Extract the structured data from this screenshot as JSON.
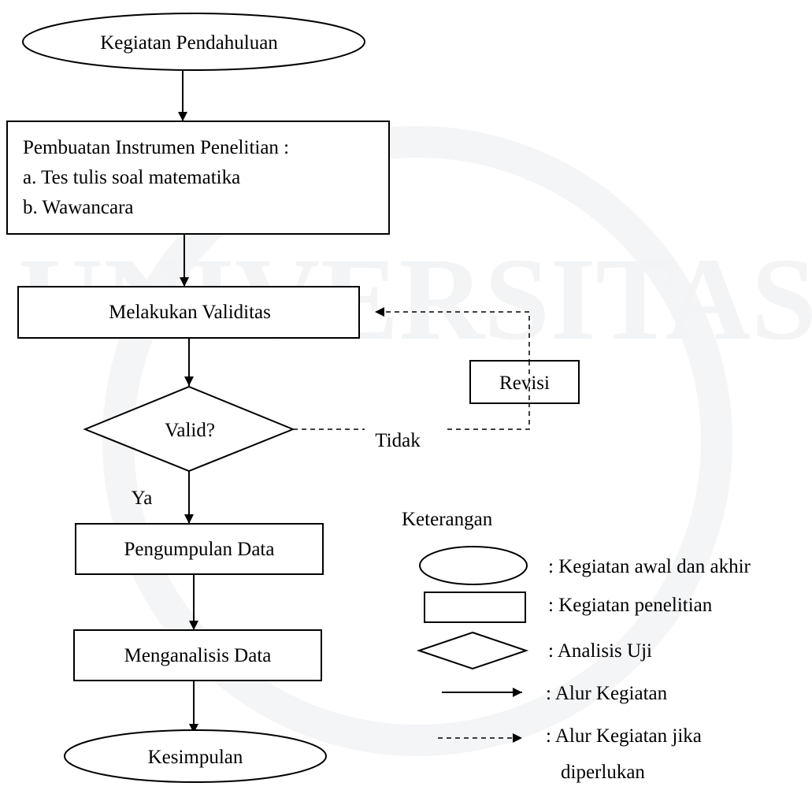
{
  "flow": {
    "start": "Kegiatan Pendahuluan",
    "instrument": {
      "title": "Pembuatan Instrumen Penelitian :",
      "item_a": "a. Tes tulis soal matematika",
      "item_b": "b. Wawancara"
    },
    "validity": "Melakukan Validitas",
    "decision": "Valid?",
    "revision": "Revisi",
    "no_label": "Tidak",
    "yes_label": "Ya",
    "collect": "Pengumpulan Data",
    "analyze": "Menganalisis Data",
    "end": "Kesimpulan"
  },
  "legend": {
    "title": "Keterangan",
    "oval": ": Kegiatan awal dan akhir",
    "rect": ": Kegiatan penelitian",
    "diamond": ": Analisis Uji",
    "solid_arrow": ": Alur Kegiatan",
    "dashed_arrow_line1": ": Alur Kegiatan jika",
    "dashed_arrow_line2": "diperlukan"
  },
  "watermark": {
    "text": "UNIVERSITAS"
  }
}
